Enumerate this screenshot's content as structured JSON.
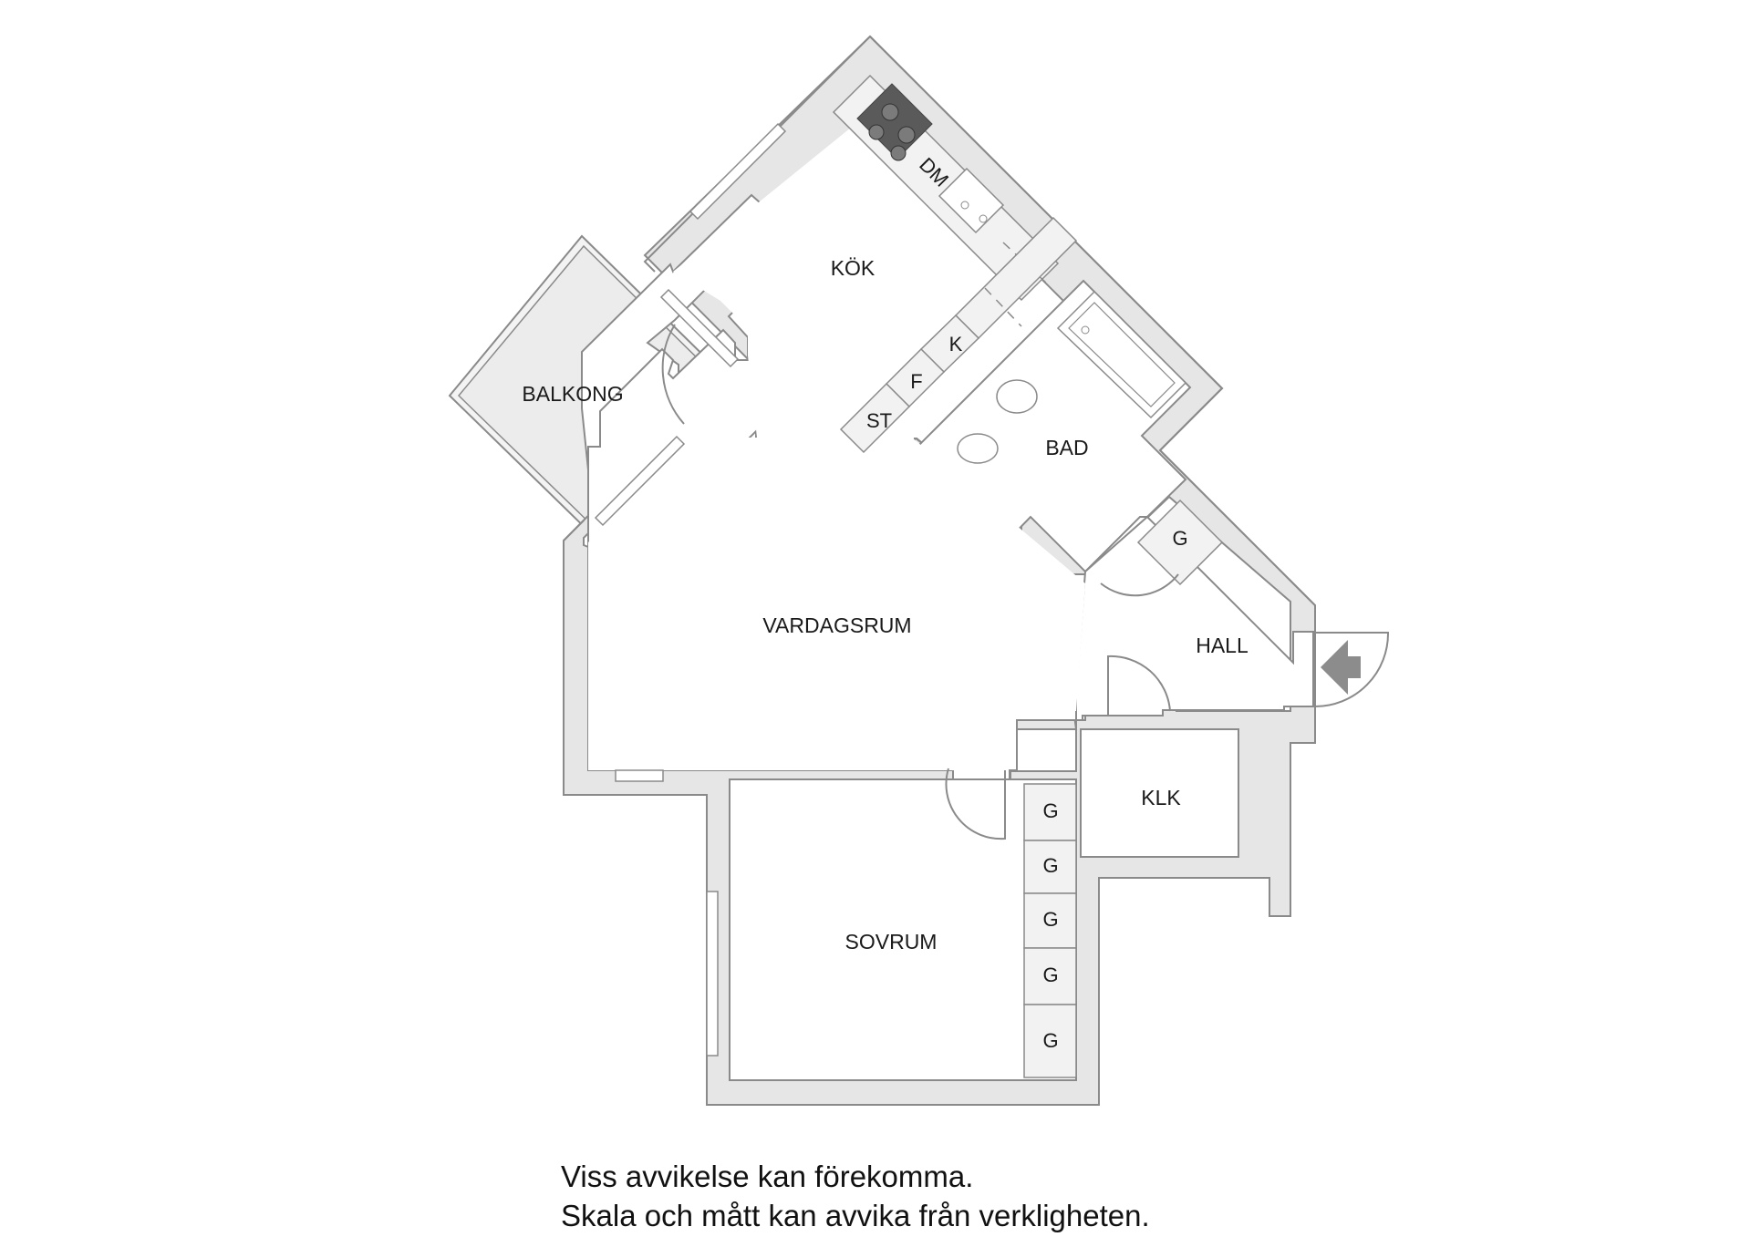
{
  "rooms": {
    "kok": "KÖK",
    "balkong": "BALKONG",
    "bad": "BAD",
    "vardagsrum": "VARDAGSRUM",
    "hall": "HALL",
    "klk": "KLK",
    "sovrum": "SOVRUM"
  },
  "fixtures": {
    "dishwasher": "DM",
    "fridge_small": "K",
    "freezer": "F",
    "storage": "ST",
    "wardrobe_hall": "G",
    "wardrobes_bedroom": [
      "G",
      "G",
      "G",
      "G",
      "G"
    ]
  },
  "disclaimer": {
    "line1": "Viss avvikelse kan förekomma.",
    "line2": "Skala och mått kan avvika från verkligheten."
  },
  "colors": {
    "wall_fill": "#e6e6e6",
    "wall_stroke": "#8a8a8a",
    "balcony_fill": "#efefef",
    "stove": "#5a5a5a",
    "entrance_arrow": "#8c8c8c"
  }
}
